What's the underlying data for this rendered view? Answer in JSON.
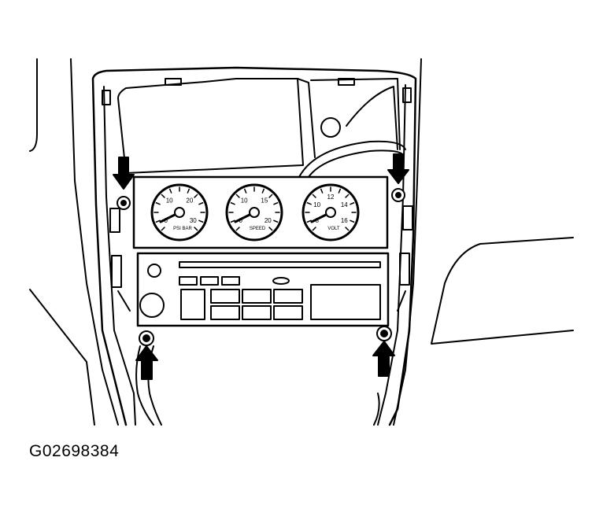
{
  "caption": "G02698384",
  "gauges": [
    {
      "ticks": [
        "0",
        "10",
        "20",
        "30"
      ],
      "unit": "PSI BAR"
    },
    {
      "ticks": [
        "0",
        "10",
        "15",
        "20"
      ],
      "unit": "SPEED"
    },
    {
      "ticks": [
        "8",
        "10",
        "12",
        "14",
        "16"
      ],
      "unit": "VOLT"
    }
  ],
  "colors": {
    "line": "#000000",
    "background": "#ffffff"
  }
}
